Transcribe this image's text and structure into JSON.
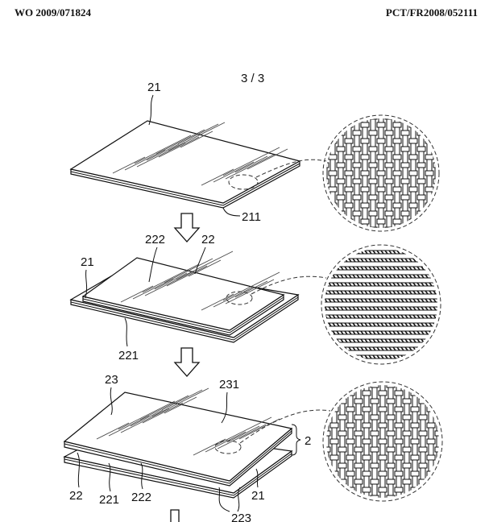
{
  "header": {
    "left": "WO 2009/071824",
    "right": "PCT/FR2008/052111"
  },
  "sheet_number": "3 / 3",
  "labels": {
    "fig1_21": "21",
    "fig1_211": "211",
    "fig2_222": "222",
    "fig2_22": "22",
    "fig2_21": "21",
    "fig2_221": "221",
    "fig3_23": "23",
    "fig3_231": "231",
    "fig3_2": "2",
    "fig3_22": "22",
    "fig3_221": "221",
    "fig3_222": "222",
    "fig3_21": "21",
    "fig3_223": "223"
  }
}
